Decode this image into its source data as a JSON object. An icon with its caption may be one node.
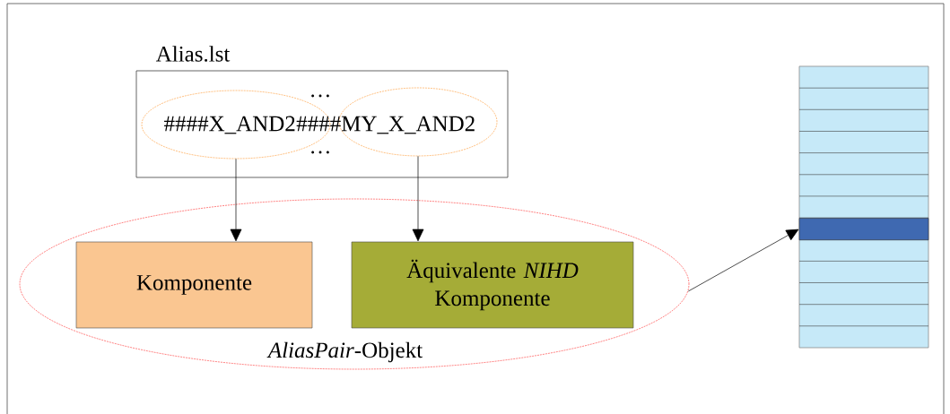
{
  "diagram": {
    "nodes": [
      {
        "text": [
          "Alias.lst",
          "…",
          "…"
        ]
      },
      {
        "text": [
          "####X_AND2"
        ],
        "in": 0
      },
      {
        "text": [
          "####MY_X_AND2"
        ],
        "in": 0
      },
      {
        "text": [
          "*AliasPair*-Objekt"
        ]
      },
      {
        "text": [
          "Komponente"
        ],
        "in": 3
      },
      {
        "text": [
          "Äquivalente *NIHD* Komponente"
        ],
        "in": 3
      },
      {
        "text": [],
        "shape": "box"
      },
      {
        "text": [],
        "shape": "box",
        "in": 6
      }
    ],
    "edges": [
      {
        "from": 1,
        "to": 4,
        "arrow": "to"
      },
      {
        "from": 2,
        "to": 5,
        "arrow": "to"
      },
      {
        "from": 3,
        "to": 7,
        "arrow": "to"
      }
    ]
  }
}
